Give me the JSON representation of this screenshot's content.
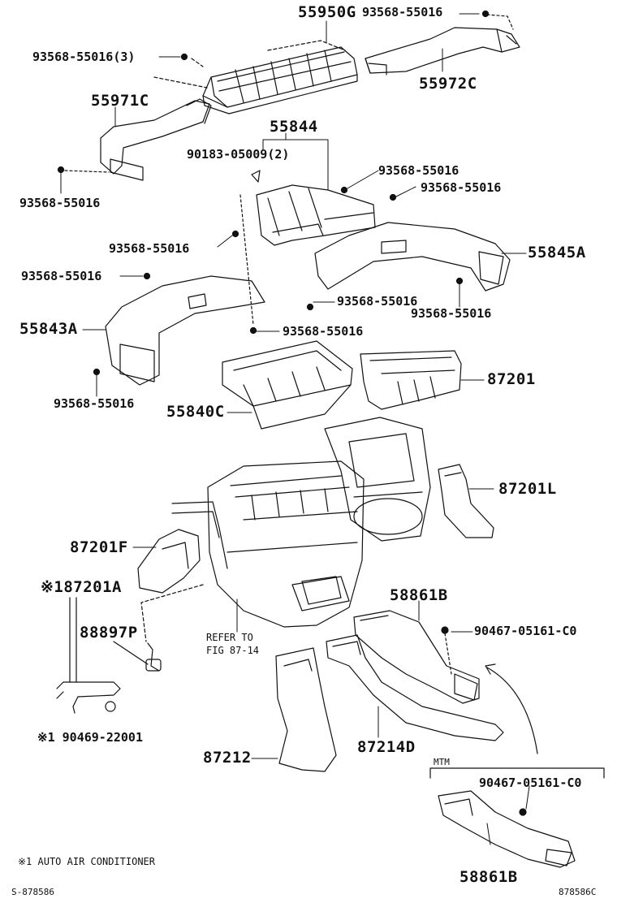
{
  "labels": {
    "p55950G": "55950G",
    "p93568_top": "93568-55016",
    "p93568_3": "93568-55016(3)",
    "p55972C": "55972C",
    "p55971C": "55971C",
    "p93568_left1": "93568-55016",
    "p55844": "55844",
    "p90183": "90183-05009(2)",
    "p93568_c1": "93568-55016",
    "p93568_c2": "93568-55016",
    "p93568_c3": "93568-55016",
    "p55845A": "55845A",
    "p93568_left2": "93568-55016",
    "p93568_c4": "93568-55016",
    "p93568_c5": "93568-55016",
    "p55843A": "55843A",
    "p93568_c6": "93568-55016",
    "p93568_left3": "93568-55016",
    "p87201": "87201",
    "p55840C": "55840C",
    "p87201L": "87201L",
    "p87201F": "87201F",
    "p87201A": "※187201A",
    "p88897P": "88897P",
    "refer1": "REFER TO",
    "refer2": "FIG 87-14",
    "p58861B_top": "58861B",
    "p90467_top": "90467-05161-C0",
    "p90469": "※1 90469-22001",
    "p87212": "87212",
    "p87214D": "87214D",
    "mtm": "MTM",
    "p90467_mtm": "90467-05161-C0",
    "p58861B_bot": "58861B",
    "footnote": "※1 AUTO AIR CONDITIONER",
    "ref_left": "S-878586",
    "ref_right": "878586C"
  }
}
